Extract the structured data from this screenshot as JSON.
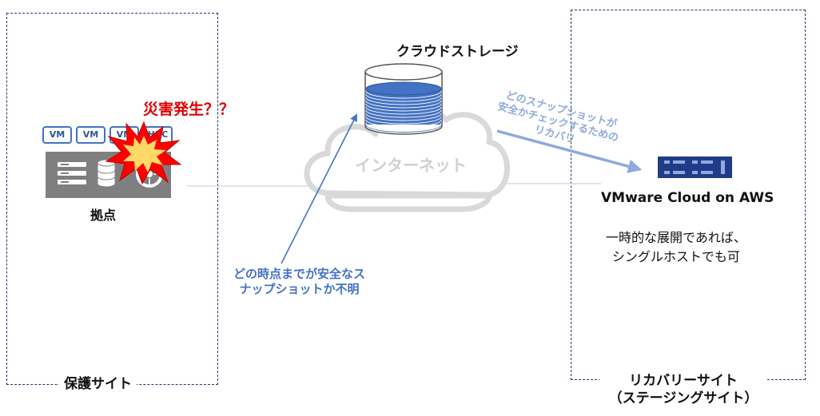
{
  "protected_site": {
    "label": "保護サイト",
    "base_label": "拠点"
  },
  "vm_tiles": [
    "VM",
    "VM",
    "VM",
    "HRC"
  ],
  "disaster_label": "災害発生？？",
  "cloud_storage": {
    "title": "クラウドストレージ",
    "internet_label": "インターネット"
  },
  "uncertain_snapshot_note": {
    "line1": "どの時点までが安全なス",
    "line2": "ナップショットか不明"
  },
  "recovery_note": {
    "line1": "どのスナップショットが",
    "line2": "安全かチェックするための",
    "line3": "リカバリ"
  },
  "recovery_site": {
    "title": "VMware Cloud on AWS",
    "note_line1": "一時的な展開であれば、",
    "note_line2": "シングルホストでも可",
    "label_line1": "リカバリーサイト",
    "label_line2": "（ステージングサイト）"
  },
  "colors": {
    "accent_blue": "#4472c4",
    "dark_navy": "#1f3864",
    "disaster_red": "#e00000",
    "light_blue": "#8faadc"
  }
}
